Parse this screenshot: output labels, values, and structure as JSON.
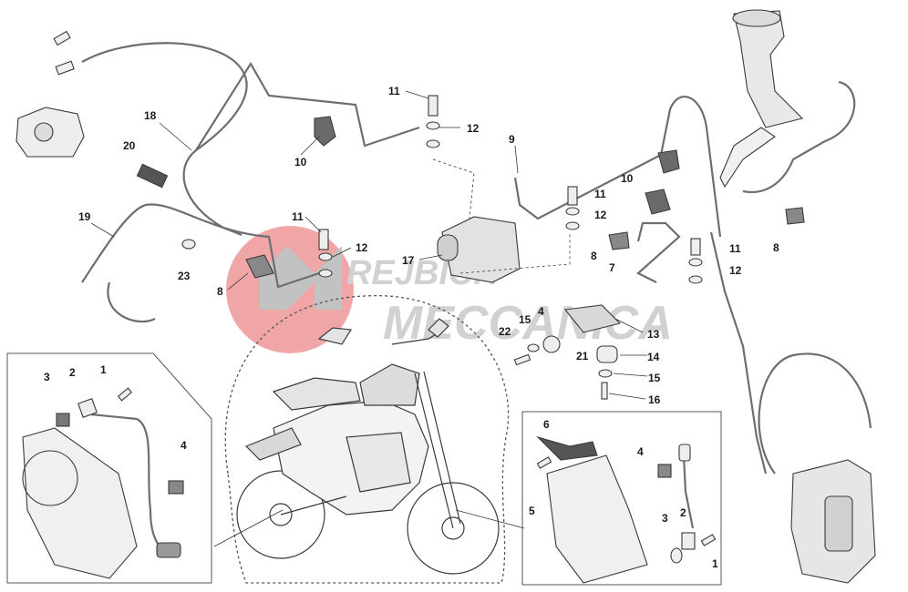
{
  "watermark": {
    "line1": "REJBICH",
    "line2": "MECCANICA",
    "color_red": "#e03c3c",
    "color_grey": "#9a9a9a"
  },
  "colors": {
    "line": "#3a3a3a",
    "hose": "#6e6e6e",
    "part_fill": "#eeeeee",
    "background": "#ffffff"
  },
  "callouts": {
    "c1": "1",
    "c2": "2",
    "c3": "3",
    "c4": "4",
    "c5": "5",
    "c6": "6",
    "c7": "7",
    "c8": "8",
    "c9": "9",
    "c10": "10",
    "c11": "11",
    "c12": "12",
    "c13": "13",
    "c14": "14",
    "c15": "15",
    "c16": "16",
    "c17": "17",
    "c18": "18",
    "c19": "19",
    "c20": "20",
    "c21": "21",
    "c22": "22",
    "c23": "23"
  }
}
